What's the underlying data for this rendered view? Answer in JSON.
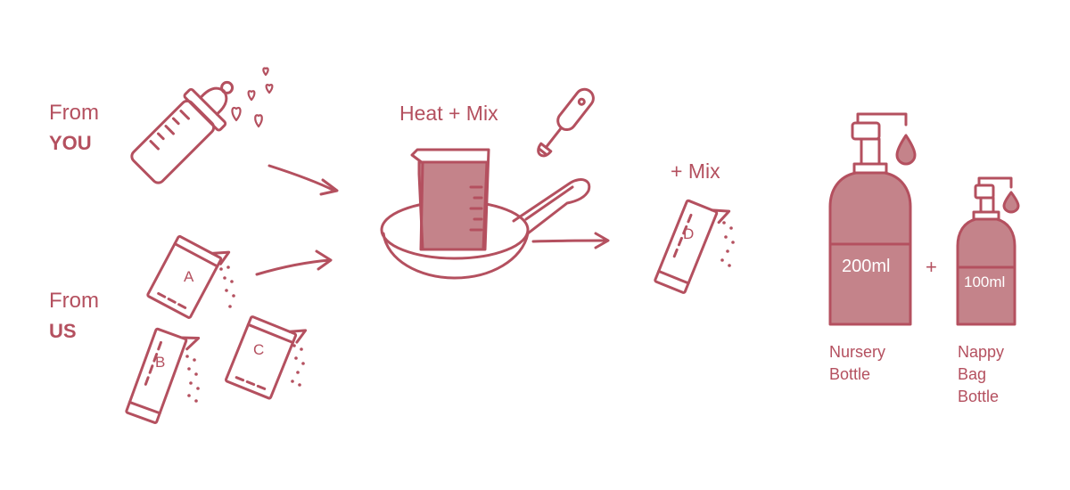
{
  "colors": {
    "ink": "#b4505f",
    "fill": "#c4838a",
    "fill_light": "#d39ca2",
    "background": "#ffffff"
  },
  "from_you": {
    "line1": "From",
    "line2": "YOU"
  },
  "from_us": {
    "line1": "From",
    "line2": "US"
  },
  "sachets": {
    "a": "A",
    "b": "B",
    "c": "C",
    "d": "D"
  },
  "steps": {
    "heat_mix": "Heat + Mix",
    "mix": "+ Mix"
  },
  "bottles": {
    "nursery": {
      "volume": "200ml",
      "caption_line1": "Nursery",
      "caption_line2": "Bottle"
    },
    "plus": "+",
    "nappy": {
      "volume": "100ml",
      "caption_line1": "Nappy",
      "caption_line2": "Bag",
      "caption_line3": "Bottle"
    }
  },
  "icons": [
    "baby-bottle-icon",
    "heart-icon",
    "sachet-icon",
    "pan-icon",
    "measuring-jug-icon",
    "milk-frother-icon",
    "pump-bottle-icon",
    "drop-icon",
    "arrow-icon"
  ]
}
